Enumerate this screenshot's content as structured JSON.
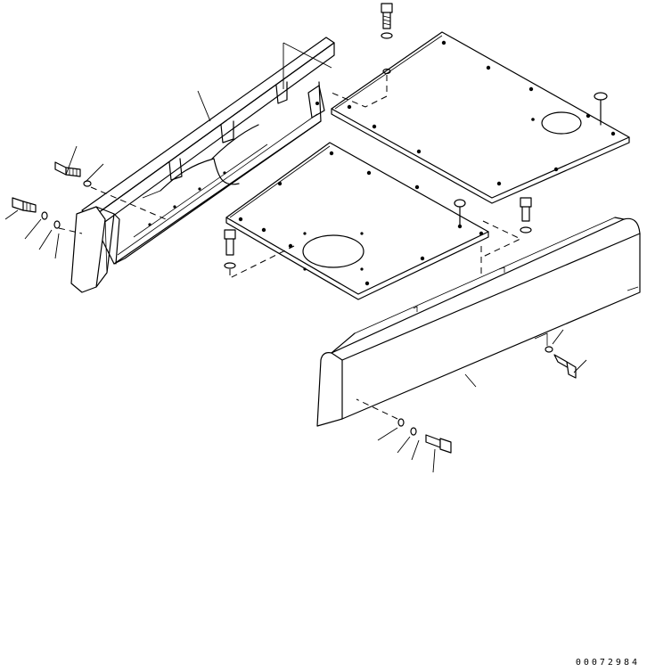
{
  "drawing": {
    "catalog_number": "00072984",
    "line_color": "#000000",
    "background": "#ffffff",
    "parts": [
      {
        "name": "left-side-cover"
      },
      {
        "name": "rear-top-plate"
      },
      {
        "name": "front-top-plate"
      },
      {
        "name": "right-side-cover"
      },
      {
        "name": "bolt"
      },
      {
        "name": "washer"
      },
      {
        "name": "lock-washer"
      }
    ]
  }
}
